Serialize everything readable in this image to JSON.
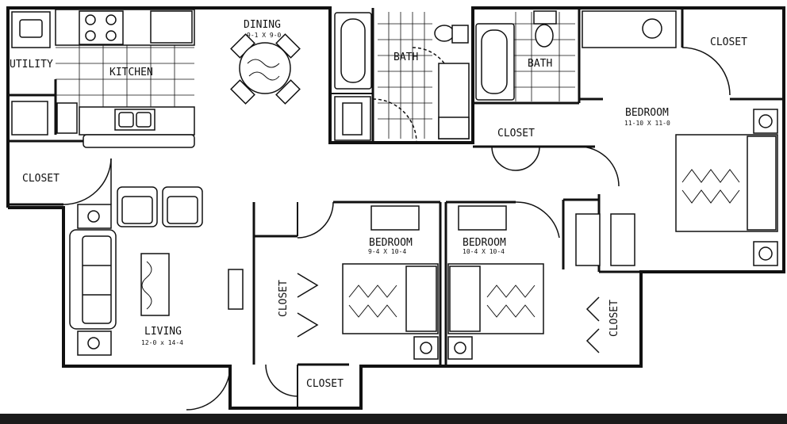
{
  "rooms": {
    "utility": {
      "name": "UTILITY"
    },
    "kitchen": {
      "name": "KITCHEN"
    },
    "dining": {
      "name": "DINING",
      "size": "9-1 X 9-0"
    },
    "bath_1": {
      "name": "BATH"
    },
    "bath_2": {
      "name": "BATH"
    },
    "bedroom_master": {
      "name": "BEDROOM",
      "size": "11-10 X 11-0"
    },
    "bedroom_2": {
      "name": "BEDROOM",
      "size": "9-4 X 10-4"
    },
    "bedroom_3": {
      "name": "BEDROOM",
      "size": "10-4 X 10-4"
    },
    "living": {
      "name": "LIVING",
      "size": "12-0 x 14-4"
    }
  },
  "closets": {
    "entry": "CLOSET",
    "master_top": "CLOSET",
    "hall": "CLOSET",
    "bedroom_2": "CLOSET",
    "bedroom_3": "CLOSET",
    "storage": "CLOSET"
  },
  "colors": {
    "line": "#111111",
    "paper": "#ffffff",
    "bar": "#1b1b1b"
  }
}
